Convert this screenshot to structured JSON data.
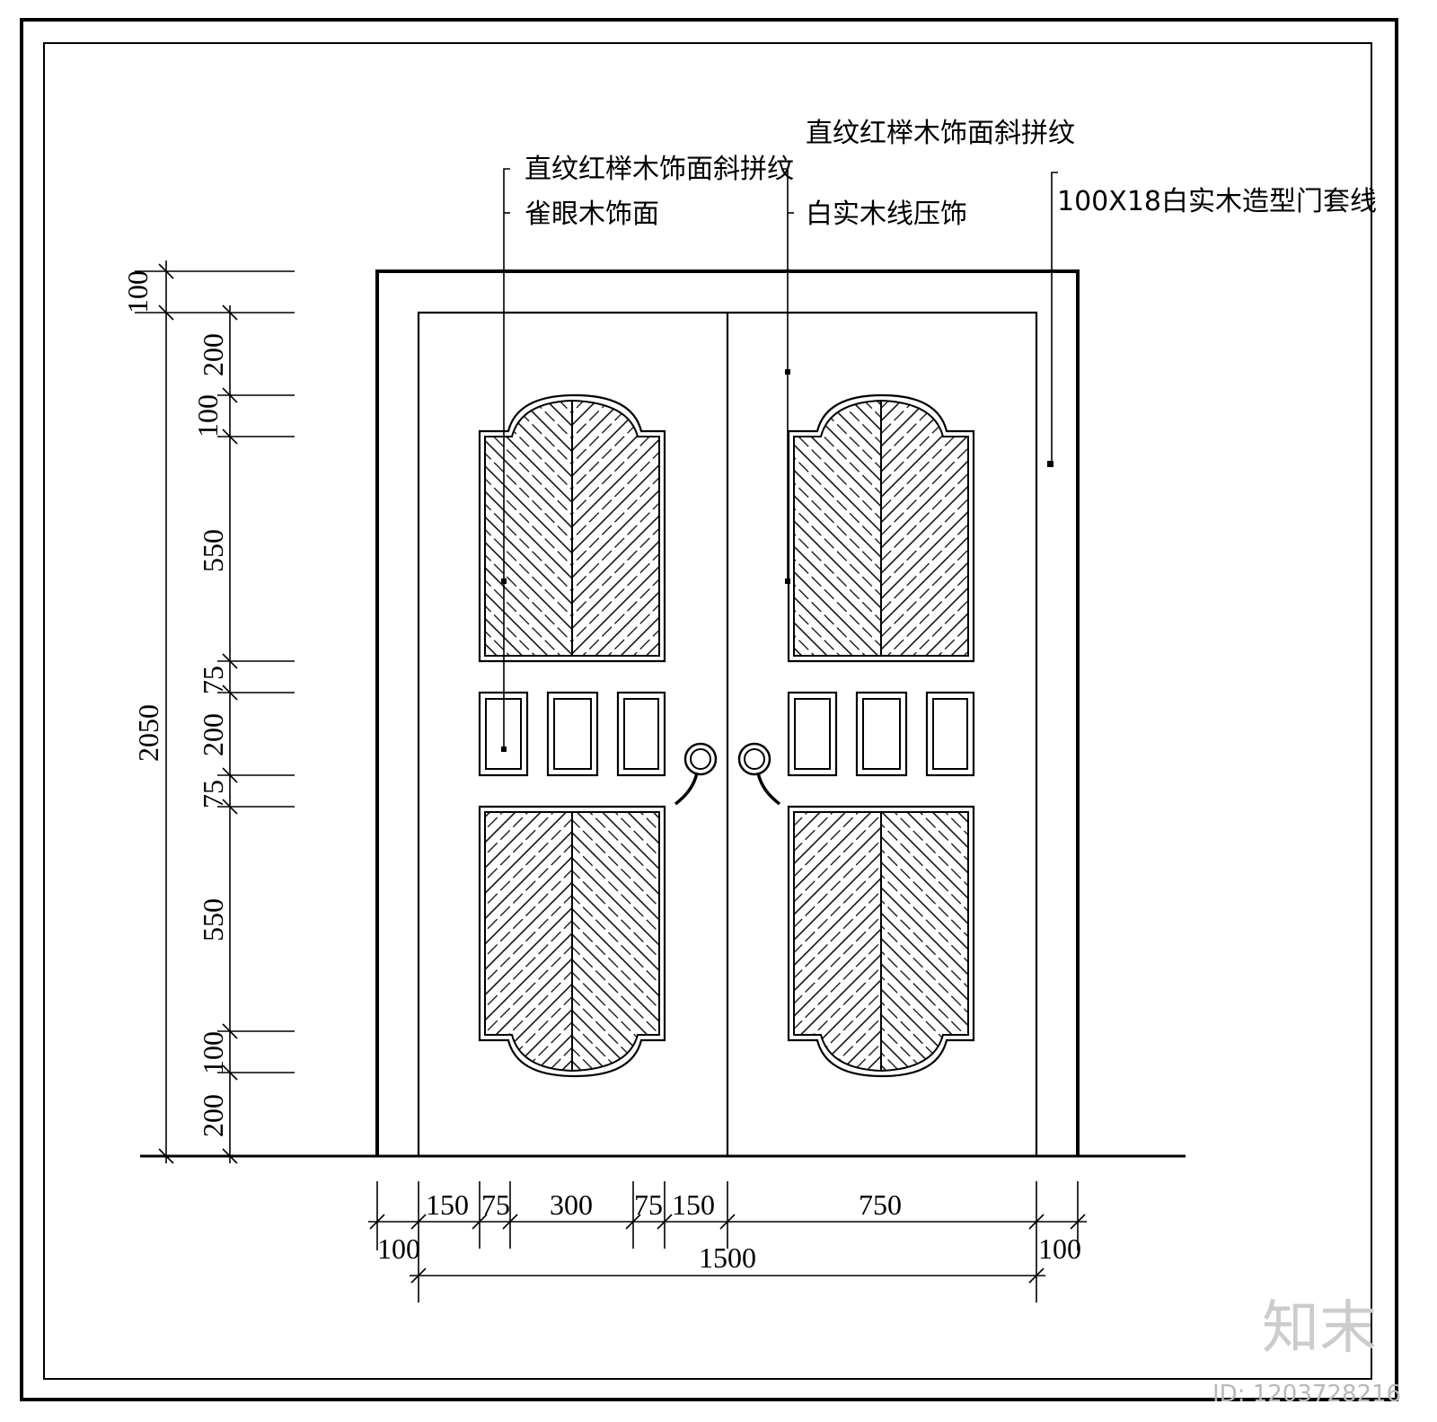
{
  "annotations": {
    "top_center": "直纹红榉木饰面斜拼纹",
    "left_top": "直纹红榉木饰面斜拼纹",
    "left_bottom": "雀眼木饰面",
    "right_center": "白实木线压饰",
    "right_frame": "100X18白实木造型门套线"
  },
  "dimensions": {
    "vertical_total": "2050",
    "vertical": [
      "100",
      "200",
      "100",
      "550",
      "75",
      "200",
      "75",
      "550",
      "100",
      "200"
    ],
    "horizontal_top": [
      "150",
      "75",
      "300",
      "75",
      "150",
      "750"
    ],
    "horizontal_bottom": [
      "100",
      "1500",
      "100"
    ]
  },
  "watermark": {
    "logo_text": "知末",
    "id_label": "ID: 1203728216"
  },
  "colors": {
    "line": "#000000",
    "background": "#ffffff",
    "watermark": "#c8c8c8"
  }
}
